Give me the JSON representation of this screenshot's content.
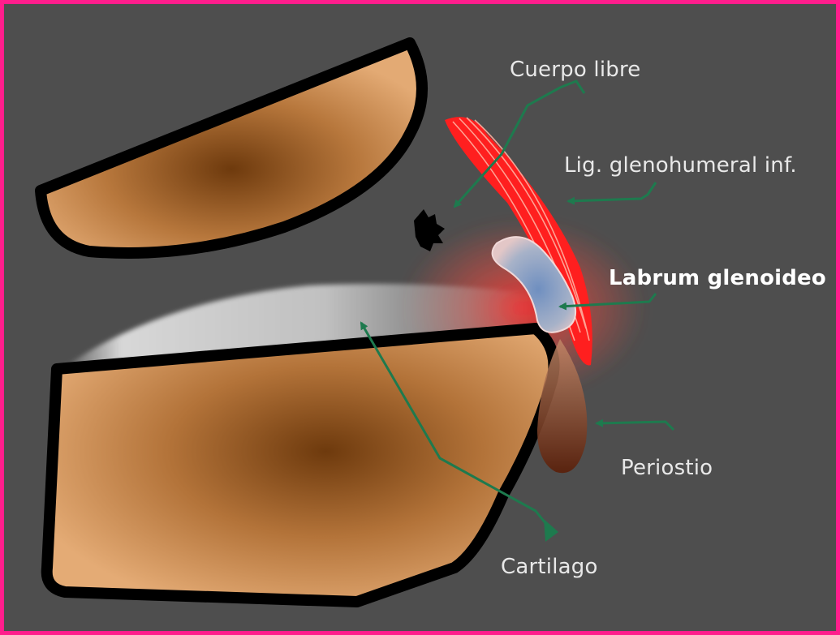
{
  "diagram": {
    "colors": {
      "background": "#4e4e4e",
      "border": "#ff1e8c",
      "bone": "#e1a670",
      "bone_core": "#6e3a0d",
      "ligament": "#ff1f1f",
      "leader": "#1e7a4e",
      "labrum": "#7a92b8",
      "cartilage": "#f2f2f2"
    },
    "labels": {
      "cuerpo_libre": "Cuerpo libre",
      "lig_glenohumeral": "Lig. glenohumeral inf.",
      "labrum": "Labrum glenoideo",
      "periostio": "Periostio",
      "cartilago": "Cartilago"
    }
  }
}
